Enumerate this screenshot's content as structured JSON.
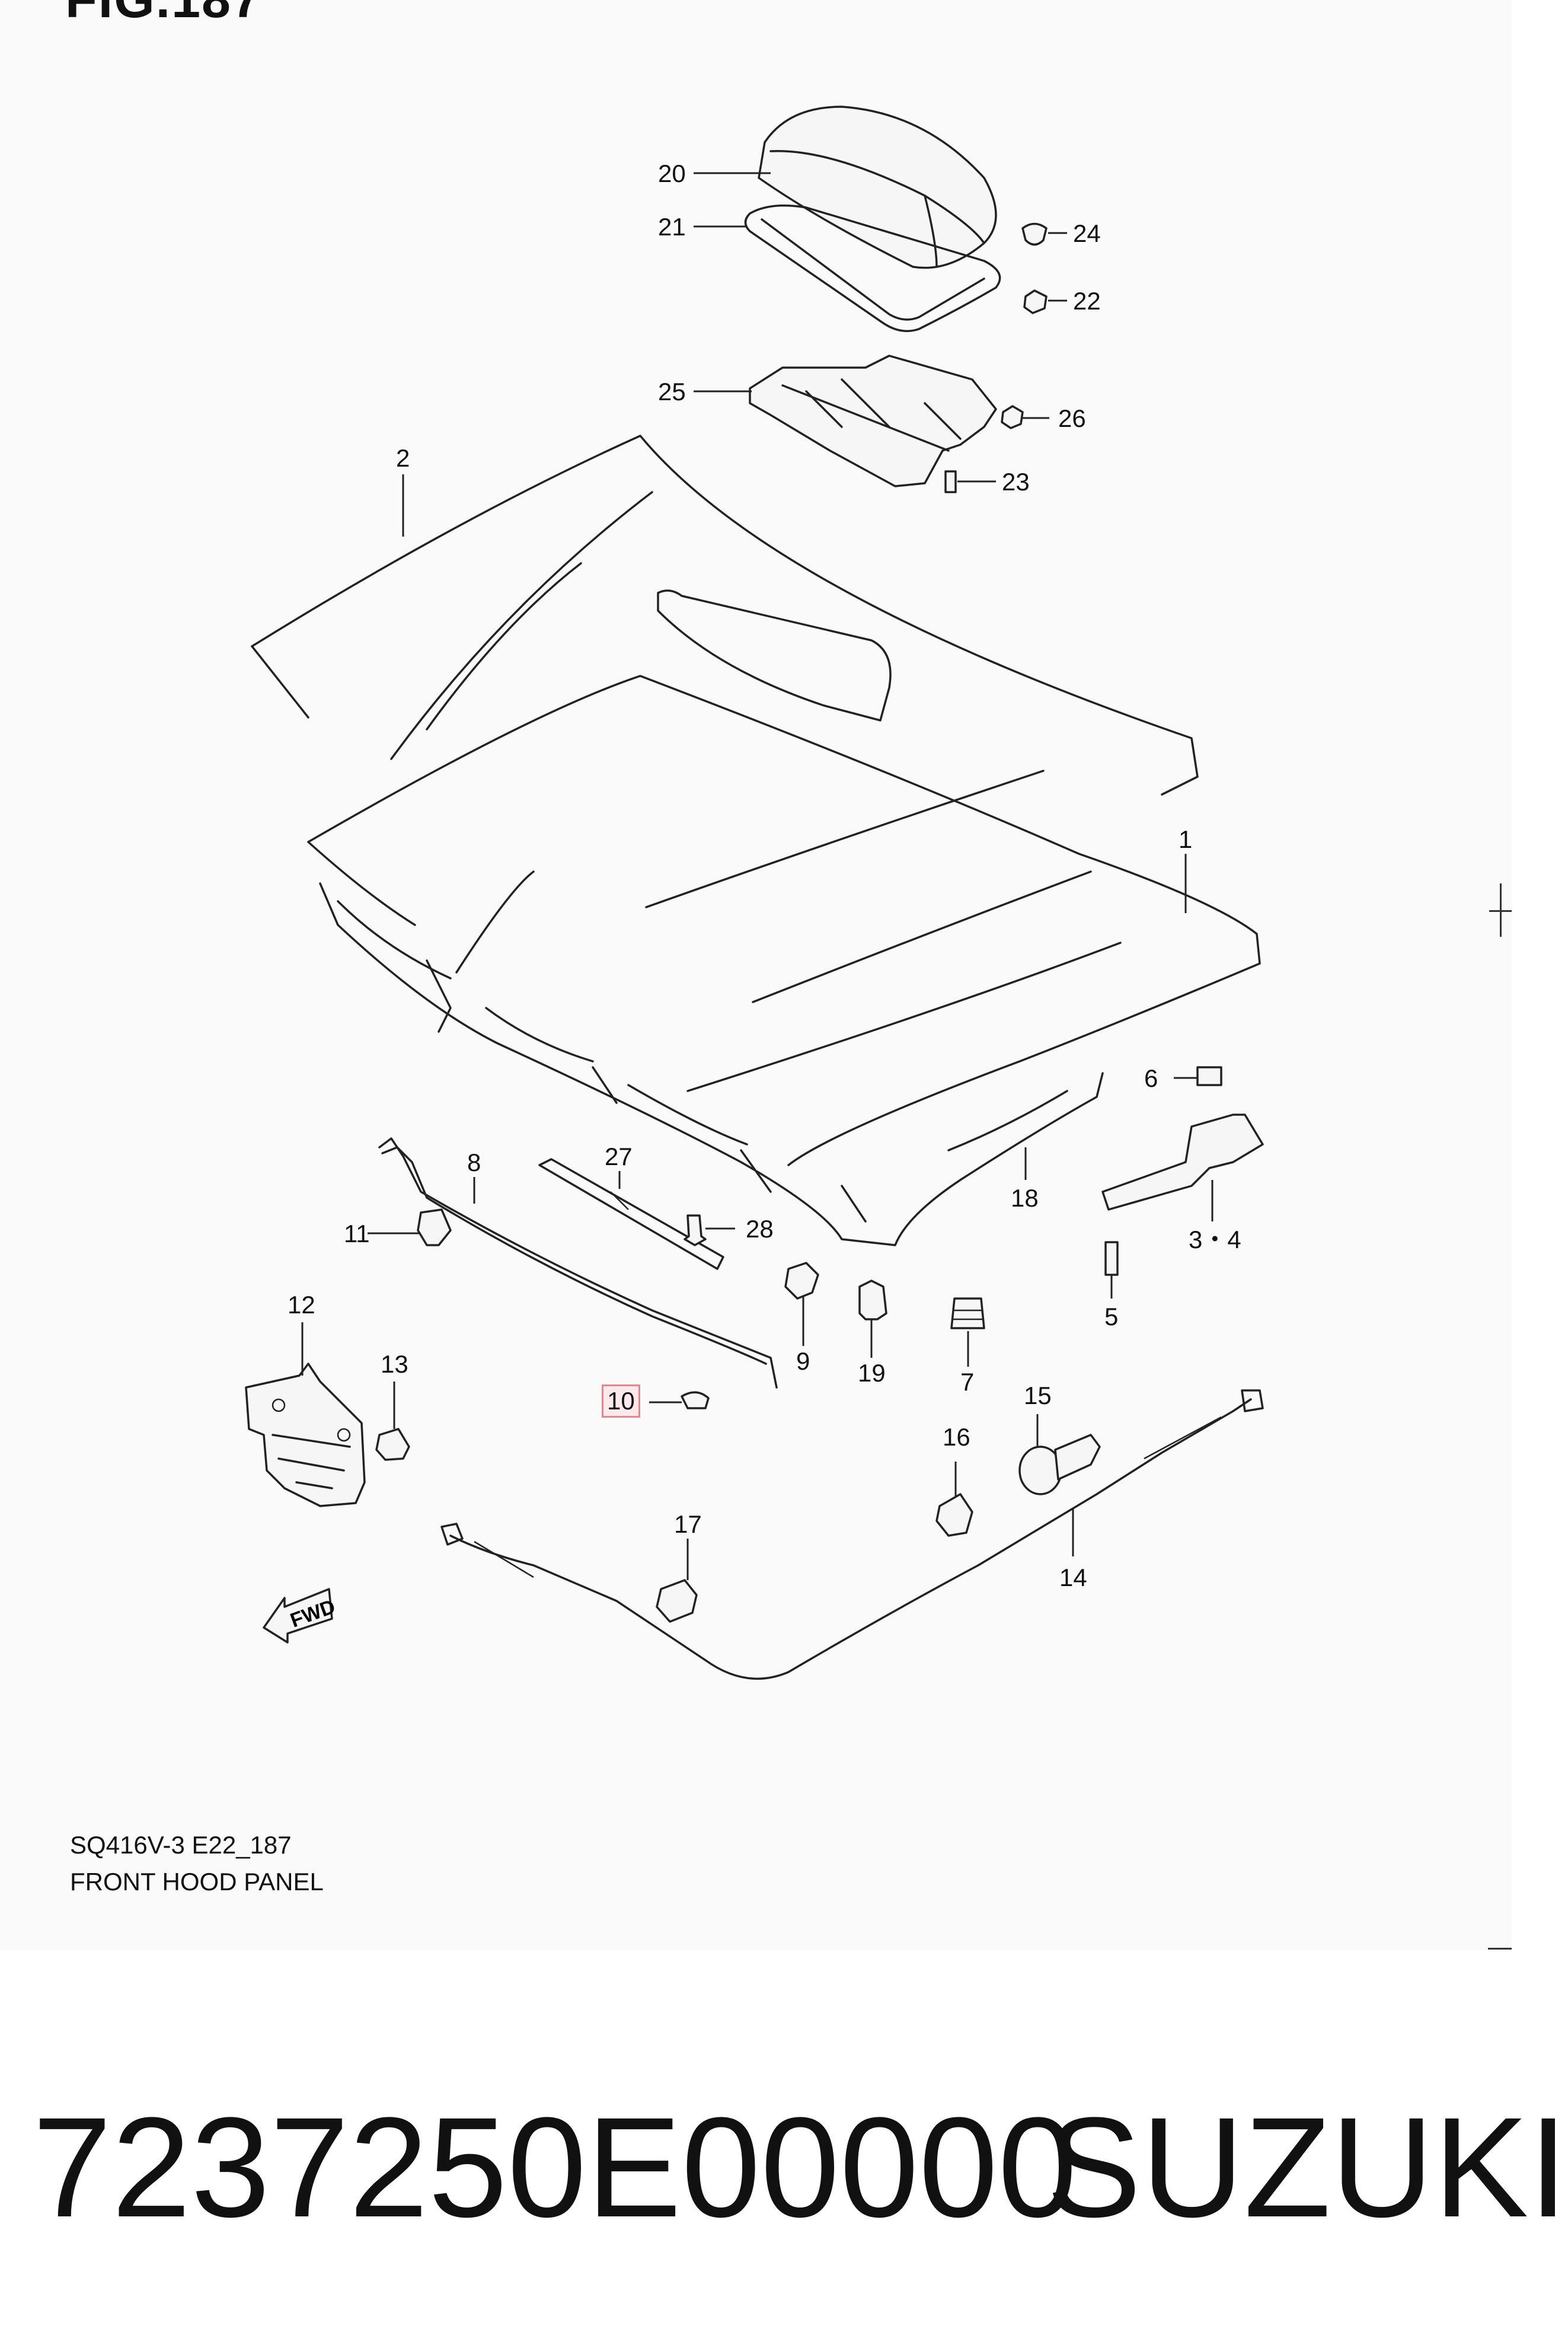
{
  "figure": {
    "title": "FIG.187",
    "model_code": "SQ416V-3 E22_187",
    "section_name": "FRONT HOOD PANEL"
  },
  "callouts": [
    {
      "id": "20",
      "label": "20",
      "highlighted": false
    },
    {
      "id": "21",
      "label": "21",
      "highlighted": false
    },
    {
      "id": "24",
      "label": "24",
      "highlighted": false
    },
    {
      "id": "22",
      "label": "22",
      "highlighted": false
    },
    {
      "id": "25",
      "label": "25",
      "highlighted": false
    },
    {
      "id": "26",
      "label": "26",
      "highlighted": false
    },
    {
      "id": "23",
      "label": "23",
      "highlighted": false
    },
    {
      "id": "2",
      "label": "2",
      "highlighted": false
    },
    {
      "id": "1",
      "label": "1",
      "highlighted": false
    },
    {
      "id": "6",
      "label": "6",
      "highlighted": false
    },
    {
      "id": "8",
      "label": "8",
      "highlighted": false
    },
    {
      "id": "27",
      "label": "27",
      "highlighted": false
    },
    {
      "id": "18",
      "label": "18",
      "highlighted": false
    },
    {
      "id": "3-4",
      "label": "3・4",
      "highlighted": false
    },
    {
      "id": "11",
      "label": "11",
      "highlighted": false
    },
    {
      "id": "28",
      "label": "28",
      "highlighted": false
    },
    {
      "id": "12",
      "label": "12",
      "highlighted": false
    },
    {
      "id": "9",
      "label": "9",
      "highlighted": false
    },
    {
      "id": "19",
      "label": "19",
      "highlighted": false
    },
    {
      "id": "7",
      "label": "7",
      "highlighted": false
    },
    {
      "id": "5",
      "label": "5",
      "highlighted": false
    },
    {
      "id": "13",
      "label": "13",
      "highlighted": false
    },
    {
      "id": "10",
      "label": "10",
      "highlighted": true
    },
    {
      "id": "15",
      "label": "15",
      "highlighted": false
    },
    {
      "id": "16",
      "label": "16",
      "highlighted": false
    },
    {
      "id": "17",
      "label": "17",
      "highlighted": false
    },
    {
      "id": "14",
      "label": "14",
      "highlighted": false
    }
  ],
  "fwd_marker": "FWD",
  "footer": {
    "part_number": "7237250E00000",
    "brand": "SUZUKI"
  },
  "colors": {
    "highlight_border": "#e8868e",
    "highlight_fill": "#fde9ec",
    "line": "#222222"
  }
}
